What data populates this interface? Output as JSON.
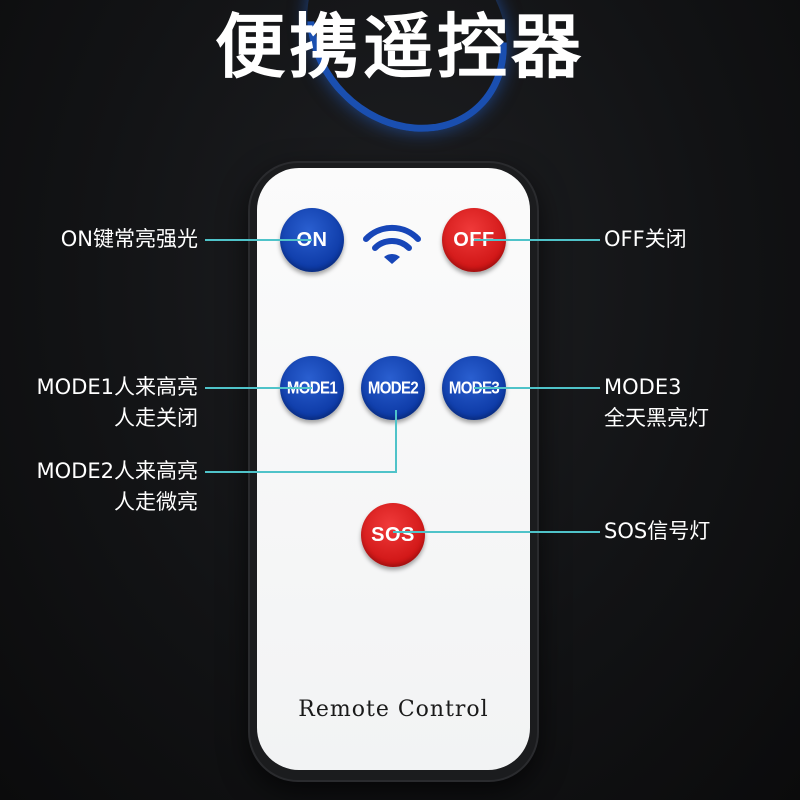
{
  "title": "便携遥控器",
  "remote": {
    "brand_label": "Remote Control",
    "buttons": {
      "on": "ON",
      "off": "OFF",
      "mode1": "MODE1",
      "mode2": "MODE2",
      "mode3": "MODE3",
      "sos": "SOS"
    },
    "signal_icon": "wifi-signal-icon"
  },
  "callouts": {
    "on": "ON键常亮强光",
    "off": "OFF关闭",
    "mode1_line1": "MODE1人来高亮",
    "mode1_line2": "人走关闭",
    "mode2_line1": "MODE2人来高亮",
    "mode2_line2": "人走微亮",
    "mode3_line1": "MODE3",
    "mode3_line2": "全天黑亮灯",
    "sos": "SOS信号灯"
  },
  "colors": {
    "background": "#121315",
    "button_blue": "#0d3aa6",
    "button_red": "#d01616",
    "callout_line": "#4fc3c9",
    "remote_face": "#f4f5f6"
  }
}
